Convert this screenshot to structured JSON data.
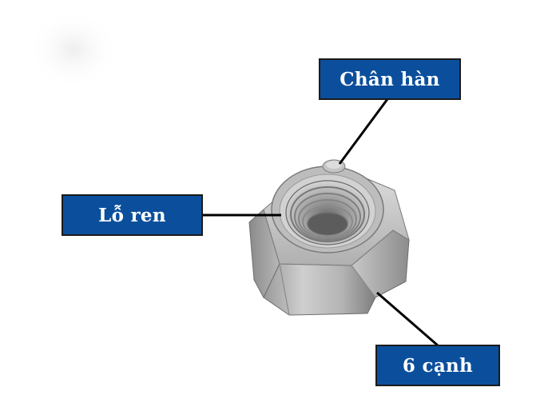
{
  "labels": {
    "weld_projection": "Chân hàn",
    "thread_hole": "Lỗ ren",
    "hex_sides": "6 cạnh"
  },
  "colors": {
    "label_background": "#0b4f9c",
    "label_text": "#ffffff",
    "label_border": "#1a1a1a",
    "leader_line": "#000000"
  },
  "icons": {
    "part": "hex-weld-nut"
  }
}
